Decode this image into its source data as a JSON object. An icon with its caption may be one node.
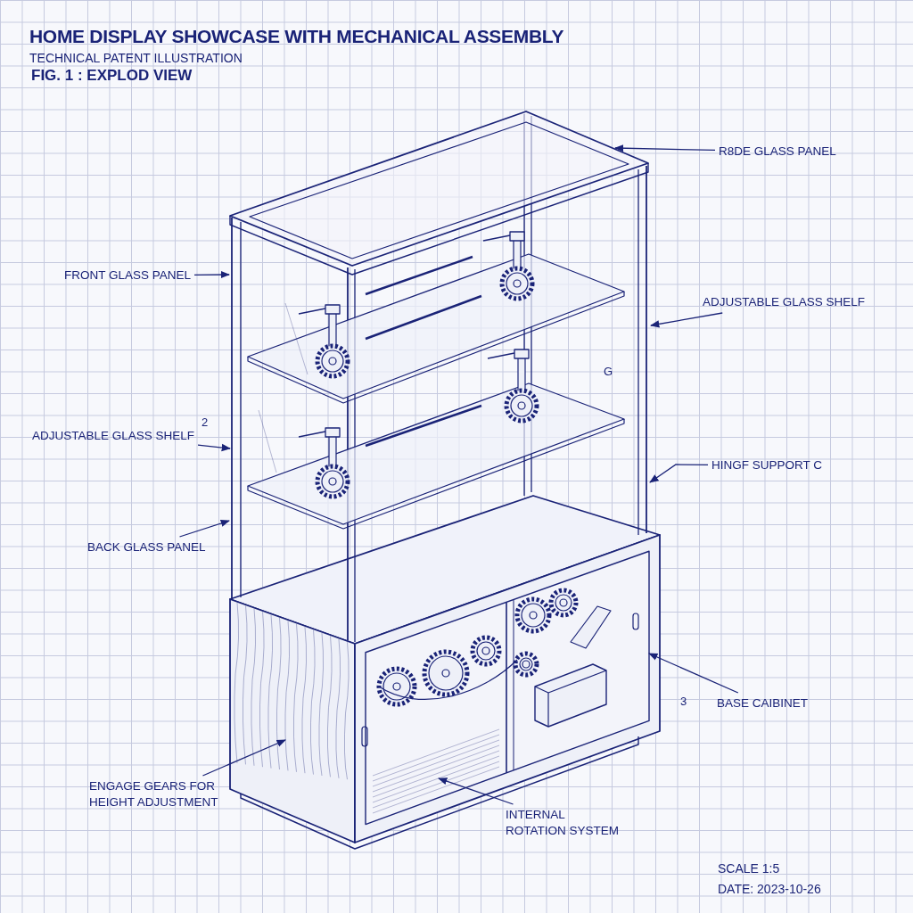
{
  "diagram": {
    "title": "HOME DISPLAY SHOWCASE WITH MECHANICAL ASSEMBLY",
    "nodes": [
      {
        "text": [
          "R8DE GLASS PANEL"
        ]
      },
      {
        "text": [
          "FRONT GLASS PANEL"
        ]
      },
      {
        "text": [
          "ADJUSTABLE GLASS SHELF"
        ]
      },
      {
        "text": [
          "ADJUSTABLE GLASS SHELF"
        ]
      },
      {
        "text": [
          "HINGF SUPPORT C"
        ]
      },
      {
        "text": [
          "BACK GLASS PANEL"
        ]
      },
      {
        "text": [
          "BASE CAIBINET"
        ]
      },
      {
        "text": [
          "ENGAGE GEARS FOR HEIGHT ADJUSTMENT"
        ]
      },
      {
        "text": [
          "INTERNAL ROTATION SYSTEM"
        ]
      }
    ],
    "edges": [
      {
        "from": 0,
        "to": null,
        "arrow": "to"
      },
      {
        "from": 1,
        "to": null,
        "arrow": "to"
      },
      {
        "from": 2,
        "to": null,
        "arrow": "to"
      },
      {
        "from": 3,
        "to": null,
        "arrow": "to"
      },
      {
        "from": 4,
        "to": null,
        "arrow": "to"
      },
      {
        "from": 5,
        "to": null,
        "arrow": "to"
      },
      {
        "from": 6,
        "to": null,
        "arrow": "to"
      },
      {
        "from": 7,
        "to": null,
        "arrow": "to"
      },
      {
        "from": 8,
        "to": null,
        "arrow": "to"
      }
    ],
    "labels": [
      "TECHNICAL PATENT ILLUSTRATION",
      "FIG. 1 : EXPLOD VIEW",
      "2",
      "G",
      "3",
      "SCALE 1:5",
      "DATE: 2023-10-26"
    ]
  }
}
